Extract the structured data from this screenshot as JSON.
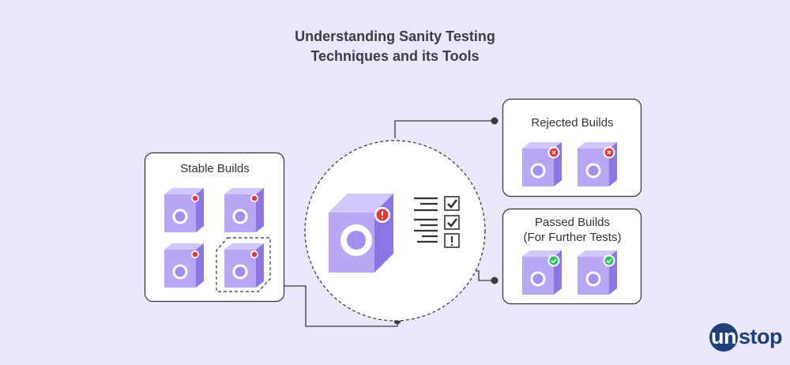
{
  "title": {
    "line1": "Understanding Sanity Testing",
    "line2": "Techniques and its Tools"
  },
  "stable_builds": {
    "label": "Stable Builds",
    "count": 4,
    "status": "red-dot"
  },
  "rejected_builds": {
    "label": "Rejected Builds",
    "count": 2,
    "status": "x-badge"
  },
  "passed_builds": {
    "line1": "Passed Builds",
    "line2": "(For Further Tests)",
    "count": 2,
    "status": "check-badge"
  },
  "center": {
    "alert_icon": "exclamation-badge-icon",
    "checklist": [
      "checked",
      "checked",
      "warning"
    ]
  },
  "logo": {
    "prefix": "un",
    "suffix": "stop"
  },
  "colors": {
    "background": "#ebe7fb",
    "cube_front": "#b7a7f5",
    "cube_side": "#8c76e6",
    "cube_top": "#d2c7fa",
    "reject": "#e53935",
    "pass": "#2fbf5f",
    "logo": "#1f3f7a"
  }
}
